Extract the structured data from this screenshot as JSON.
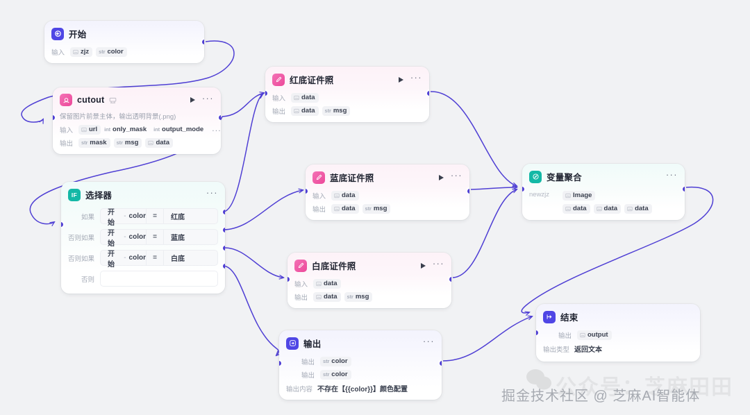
{
  "canvas": {
    "background": "#f1f2f4",
    "edge_color": "#4f3fd4",
    "port_color": "#4f3fd4"
  },
  "watermarks": {
    "faint_text": "公众号：芝麻田田",
    "main_text": "掘金技术社区 @ 芝麻AI智能体",
    "wechat_icon": "wechat-icon"
  },
  "nodes": {
    "start": {
      "title": "开始",
      "icon": "start-arrow-icon",
      "icon_color": "#4f46e5",
      "inputs_label": "输入",
      "ports": [
        "output"
      ],
      "fields": [
        {
          "type_icon": "image-type-icon",
          "name": "zjz"
        },
        {
          "type_tag": "str",
          "name": "color"
        }
      ]
    },
    "cutout": {
      "title": "cutout",
      "icon": "cutout-plugin-icon",
      "icon_color": "#ec4899",
      "badge_icon": "plugin-badge-icon",
      "play_label": "run-node",
      "more_label": "more-options",
      "description": "保留图片前景主体，输出透明背景(.png)",
      "input_label": "输入",
      "output_label": "输出",
      "inputs": [
        {
          "type_icon": "image-type-icon",
          "name": "url"
        },
        {
          "type_tag": "int",
          "name": "only_mask"
        },
        {
          "type_tag": "int",
          "name": "output_mode"
        }
      ],
      "inputs_more": "...",
      "outputs": [
        {
          "type_tag": "str",
          "name": "mask"
        },
        {
          "type_tag": "str",
          "name": "msg"
        },
        {
          "type_icon": "image-type-icon",
          "name": "data"
        }
      ]
    },
    "selector": {
      "title": "选择器",
      "icon": "if-icon",
      "icon_label": "IF",
      "icon_color": "#14b8a6",
      "more_label": "more-options",
      "rows": [
        {
          "key": "如果",
          "ref": "开始",
          "sep": "-",
          "field": "color",
          "op": "=",
          "value": "红底"
        },
        {
          "key": "否则如果",
          "ref": "开始",
          "sep": "-",
          "field": "color",
          "op": "=",
          "value": "蓝底"
        },
        {
          "key": "否则如果",
          "ref": "开始",
          "sep": "-",
          "field": "color",
          "op": "=",
          "value": "白底"
        },
        {
          "key": "否则",
          "ref": "",
          "sep": "",
          "field": "",
          "op": "",
          "value": ""
        }
      ]
    },
    "red_photo": {
      "title": "红底证件照",
      "icon": "photo-edit-icon",
      "icon_color": "#ec4899",
      "play_label": "run-node",
      "more_label": "more-options",
      "input_label": "输入",
      "output_label": "输出",
      "inputs": [
        {
          "type_icon": "image-type-icon",
          "name": "data"
        }
      ],
      "outputs": [
        {
          "type_icon": "image-type-icon",
          "name": "data"
        },
        {
          "type_tag": "str",
          "name": "msg"
        }
      ]
    },
    "blue_photo": {
      "title": "蓝底证件照",
      "icon": "photo-edit-icon",
      "icon_color": "#ec4899",
      "play_label": "run-node",
      "more_label": "more-options",
      "input_label": "输入",
      "output_label": "输出",
      "inputs": [
        {
          "type_icon": "image-type-icon",
          "name": "data"
        }
      ],
      "outputs": [
        {
          "type_icon": "image-type-icon",
          "name": "data"
        },
        {
          "type_tag": "str",
          "name": "msg"
        }
      ]
    },
    "white_photo": {
      "title": "白底证件照",
      "icon": "photo-edit-icon",
      "icon_color": "#ec4899",
      "play_label": "run-node",
      "more_label": "more-options",
      "input_label": "输入",
      "output_label": "输出",
      "inputs": [
        {
          "type_icon": "image-type-icon",
          "name": "data"
        }
      ],
      "outputs": [
        {
          "type_icon": "image-type-icon",
          "name": "data"
        },
        {
          "type_tag": "str",
          "name": "msg"
        }
      ]
    },
    "aggregate": {
      "title": "变量聚合",
      "icon": "aggregate-icon",
      "icon_color": "#14b8a6",
      "more_label": "more-options",
      "group_name": "newzjz",
      "primary": {
        "type_icon": "image-type-icon",
        "name": "Image"
      },
      "items": [
        {
          "type_icon": "image-type-icon",
          "name": "data"
        },
        {
          "type_icon": "image-type-icon",
          "name": "data"
        },
        {
          "type_icon": "image-type-icon",
          "name": "data"
        }
      ]
    },
    "output": {
      "title": "输出",
      "icon": "output-icon",
      "icon_color": "#4f46e5",
      "more_label": "more-options",
      "output_label": "输出",
      "outputs": [
        {
          "type_tag": "str",
          "name": "color"
        },
        {
          "type_tag": "str",
          "name": "color"
        }
      ],
      "content_label": "输出内容",
      "content_value": "不存在【{{color}}】颜色配置"
    },
    "end": {
      "title": "结束",
      "icon": "end-arrow-icon",
      "icon_color": "#4f46e5",
      "output_label": "输出",
      "outputs": [
        {
          "type_icon": "image-type-icon",
          "name": "output"
        }
      ],
      "type_label": "输出类型",
      "type_value": "返回文本"
    }
  }
}
